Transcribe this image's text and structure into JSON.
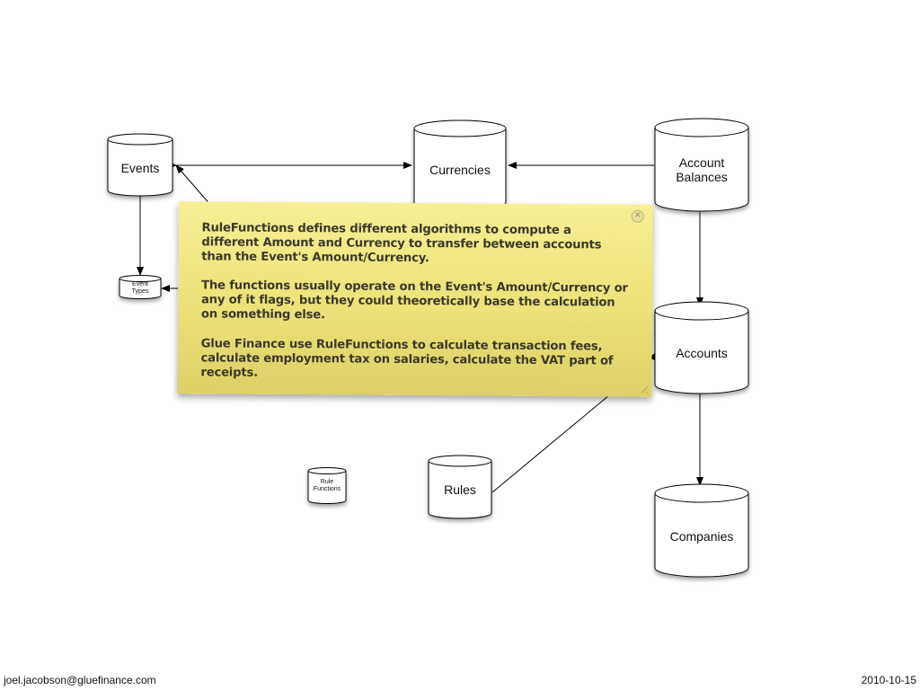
{
  "nodes": {
    "events": "Events",
    "currencies": "Currencies",
    "account_balances": "Account\nBalances",
    "event_types": "Event\nTypes",
    "accounts": "Accounts",
    "rule_functions": "Rule\nFunctions",
    "rules": "Rules",
    "companies": "Companies"
  },
  "note": {
    "paragraph_1": "RuleFunctions defines different algorithms to compute a different Amount and Currency to transfer between accounts than the Event's Amount/Currency.",
    "paragraph_2": "The functions usually operate on the Event's Amount/Currency or any of it flags, but they could theoretically base the calculation on something else.",
    "paragraph_3": "Glue Finance use RuleFunctions to calculate transaction fees, calculate employment tax on salaries, calculate the VAT part of receipts."
  },
  "footer": {
    "email": "joel.jacobson@gluefinance.com",
    "date": "2010-10-15"
  },
  "colors": {
    "note_background": "#f1e88a",
    "stroke": "#000000"
  }
}
